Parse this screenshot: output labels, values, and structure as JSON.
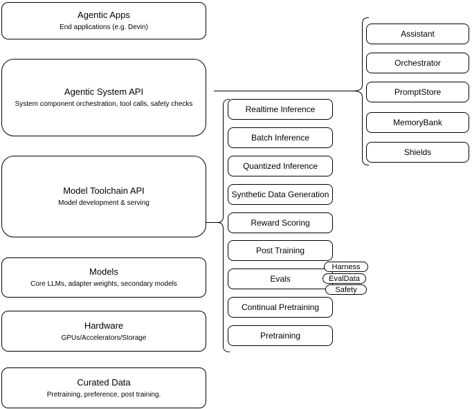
{
  "diagram": {
    "stack": [
      {
        "title": "Agentic Apps",
        "subtitle": "End applications (e.g. Devin)"
      },
      {
        "title": "Agentic System API",
        "subtitle": "System component orchestration, tool calls, safety checks"
      },
      {
        "title": "Model Toolchain API",
        "subtitle": "Model development & serving"
      },
      {
        "title": "Models",
        "subtitle": "Core LLMs, adapter weights, secondary models"
      },
      {
        "title": "Hardware",
        "subtitle": "GPUs/Accelerators/Storage"
      },
      {
        "title": "Curated Data",
        "subtitle": "Pretraining, preference, post training."
      }
    ],
    "toolchain_capabilities": [
      "Realtime Inference",
      "Batch Inference",
      "Quantized Inference",
      "Synthetic Data Generation",
      "Reward Scoring",
      "Post Training",
      "Evals",
      "Continual Pretraining",
      "Pretraining"
    ],
    "eval_tags": [
      "Harness",
      "EvalData",
      "Safety"
    ],
    "system_components": [
      "Assistant",
      "Orchestrator",
      "PromptStore",
      "MemoryBank",
      "Shields"
    ],
    "colors": {
      "box_border": "#000000",
      "box_fill": "#ffffff",
      "text": "#000000",
      "connector": "#000000"
    }
  }
}
